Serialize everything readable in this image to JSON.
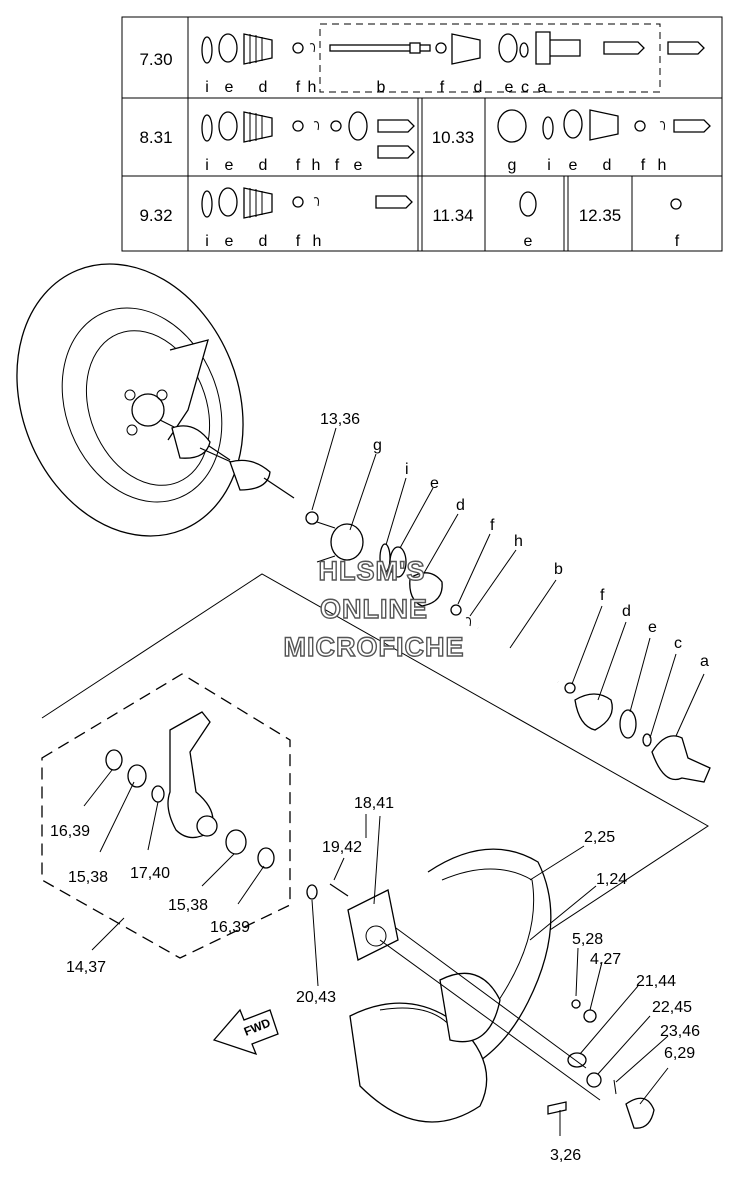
{
  "legend": {
    "rows": [
      {
        "code": "7.30",
        "left": [
          "i",
          "e",
          "d",
          "f",
          "h"
        ],
        "kit": [
          "b",
          "f",
          "d",
          "e",
          "c",
          "a"
        ]
      },
      {
        "code": "8.31",
        "left": [
          "i",
          "e",
          "d",
          "f",
          "h",
          "f",
          "e"
        ],
        "code2": "10.33",
        "right": [
          "g",
          "i",
          "e",
          "d",
          "f",
          "h"
        ]
      },
      {
        "code": "9.32",
        "left": [
          "i",
          "e",
          "d",
          "f",
          "h"
        ],
        "code2": "11.34",
        "mid": [
          "e"
        ],
        "code3": "12.35",
        "right": [
          "f"
        ]
      }
    ]
  },
  "callouts": {
    "p13_36": "13,36",
    "g": "g",
    "i": "i",
    "e1": "e",
    "d1": "d",
    "f1": "f",
    "h": "h",
    "b": "b",
    "f2": "f",
    "d2": "d",
    "e2": "e",
    "c": "c",
    "a": "a",
    "p18_41": "18,41",
    "p19_42": "19,42",
    "p2_25": "2,25",
    "p1_24": "1,24",
    "p5_28": "5,28",
    "p4_27": "4,27",
    "p21_44": "21,44",
    "p22_45": "22,45",
    "p23_46": "23,46",
    "p6_29": "6,29",
    "p3_26": "3,26",
    "p20_43": "20,43",
    "p16_39a": "16,39",
    "p15_38a": "15,38",
    "p17_40": "17,40",
    "p15_38b": "15,38",
    "p16_39b": "16,39",
    "p14_37": "14,37"
  },
  "watermark": [
    "HLSM'S",
    "ONLINE",
    "MICROFICHE"
  ],
  "fwd_label": "FWD"
}
